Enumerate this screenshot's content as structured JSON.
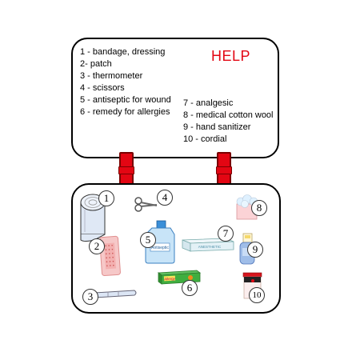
{
  "title": "HELP",
  "legend_left": [
    "1 - bandage, dressing",
    "2- patch",
    "3 - thermometer",
    "4 - scissors",
    "5 - antiseptic for wound",
    "6 - remedy for allergies"
  ],
  "legend_right": [
    "7 - analgesic",
    "8 - medical cotton wool",
    "9 - hand sanitizer",
    "10 - cordial"
  ],
  "markers": [
    "1",
    "2",
    "3",
    "4",
    "5",
    "6",
    "7",
    "8",
    "9",
    "10"
  ],
  "labels": {
    "antiseptic": "Antiseptic",
    "anesthetic": "ANESTHETIC",
    "allergy": "Allergy"
  },
  "colors": {
    "help": "#e30613",
    "clasp": "#e30613",
    "outline": "#000000"
  }
}
